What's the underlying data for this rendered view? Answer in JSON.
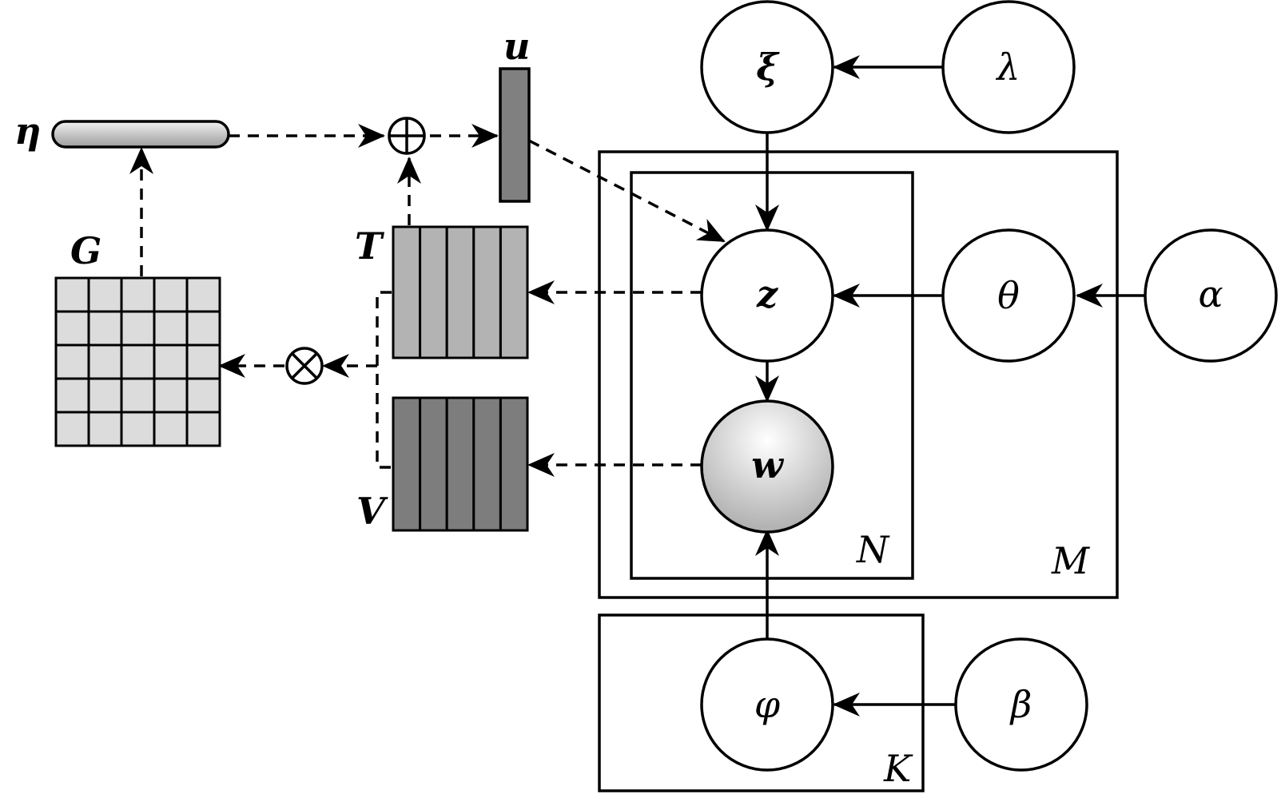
{
  "nodes": {
    "xi": "ξ",
    "lambda": "λ",
    "z": "z",
    "theta": "θ",
    "alpha": "α",
    "w": "w",
    "phi": "φ",
    "beta": "β"
  },
  "plates": {
    "N": "N",
    "M": "M",
    "K": "K"
  },
  "blocks": {
    "eta": "η",
    "G": "G",
    "T": "T",
    "V": "V",
    "u": "u"
  },
  "operators": {
    "plus": "⊕",
    "times": "⊗"
  },
  "colors": {
    "observed_node_gradient_top": "#ffffff",
    "observed_node_gradient_bottom": "#a9a9a9",
    "G_cells": "#dcdcdc",
    "T_cells": "#b3b3b3",
    "V_cells": "#7d7d7d",
    "u_bar": "#808080"
  }
}
